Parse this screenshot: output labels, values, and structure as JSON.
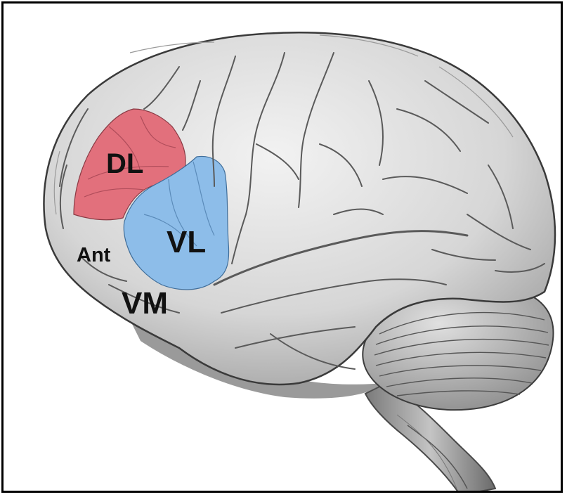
{
  "figure": {
    "labels": {
      "dl": "DL",
      "vl": "VL",
      "ant": "Ant",
      "vm": "VM"
    },
    "colors": {
      "dl_region": "#e2707c",
      "vl_region": "#8dbde9",
      "cortex": "#d9d9d9",
      "sulcus": "#5a5a5a",
      "border": "#000000"
    }
  }
}
